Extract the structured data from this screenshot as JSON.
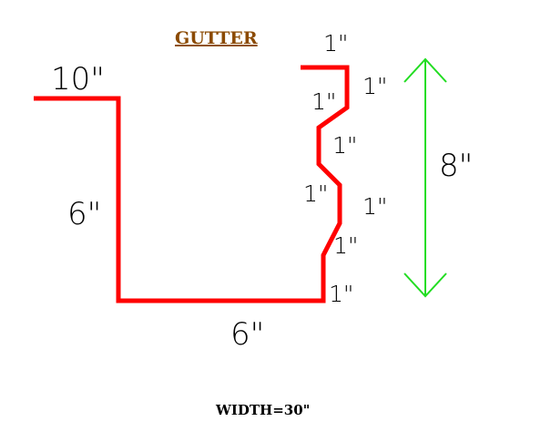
{
  "title": "GUTTER",
  "footer": "WIDTH=30\"",
  "labels": {
    "back_flange": "10\"",
    "back_height": "6\"",
    "bottom": "6\"",
    "front_top": "1\"",
    "front_a": "1\"",
    "front_b": "1\"",
    "front_c": "1\"",
    "front_d": "1\"",
    "front_e": "1\"",
    "front_f": "1\"",
    "front_g": "1\"",
    "height": "8\""
  },
  "colors": {
    "profile": "#ff0000",
    "dimension_arrow": "#22dd22",
    "title": "#8b4a00",
    "text": "#000000"
  }
}
